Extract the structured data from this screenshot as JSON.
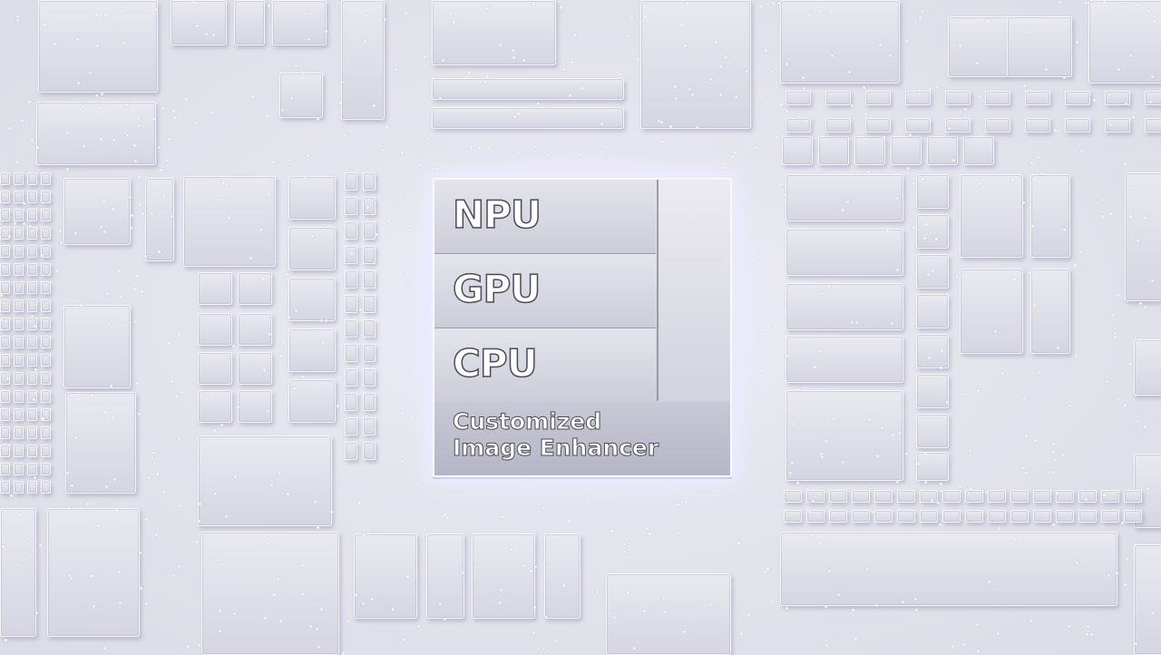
{
  "chip": {
    "sections": [
      "NPU",
      "GPU",
      "CPU"
    ],
    "enhancer_line1": "Customized",
    "enhancer_line2": "Image Enhancer"
  }
}
